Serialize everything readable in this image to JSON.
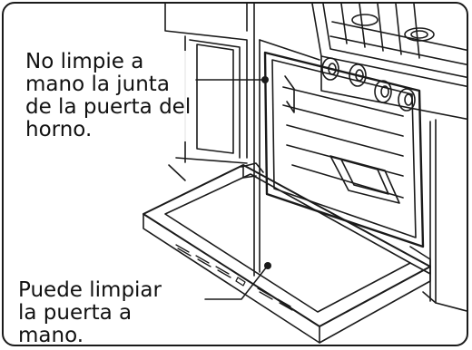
{
  "callouts": {
    "door_gasket": {
      "lines": [
        "No limpie a",
        "mano la junta",
        "de la puerta del",
        "horno."
      ]
    },
    "door_glass": {
      "lines": [
        "Puede limpiar",
        "la puerta a",
        "mano."
      ]
    }
  },
  "colors": {
    "line": "#1a1a1a",
    "background": "#ffffff",
    "marker": "#1a1a1a"
  }
}
